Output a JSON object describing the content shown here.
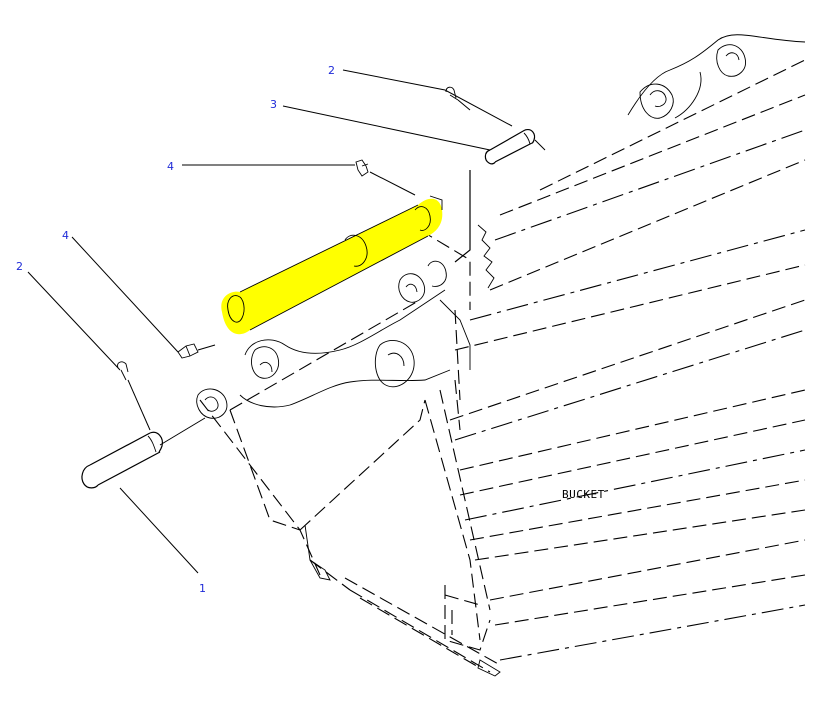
{
  "callouts": {
    "c1": "1",
    "c2_left": "2",
    "c2_top": "2",
    "c3": "3",
    "c4_top": "4",
    "c4_left": "4"
  },
  "labels": {
    "bucket": "BUCKET"
  },
  "colors": {
    "highlight": "#ffff00",
    "callout_text": "#1f2bd8",
    "line": "#000000"
  }
}
